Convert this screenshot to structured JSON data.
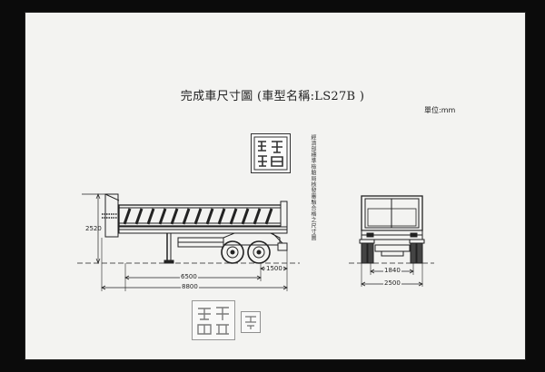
{
  "document": {
    "title": "完成車尺寸圖 (車型名稱:LS27B )",
    "unit_label": "單位:mm",
    "certification_text": "經濟部標準檢驗局核發審驗合格之尺寸圖",
    "side_view": {
      "height_dim": "2520",
      "wheelbase_dim": "6500",
      "rear_overhang_dim": "1500",
      "overall_length_dim": "8800"
    },
    "rear_view": {
      "track_dim": "1840",
      "overall_width_dim": "2500"
    }
  }
}
